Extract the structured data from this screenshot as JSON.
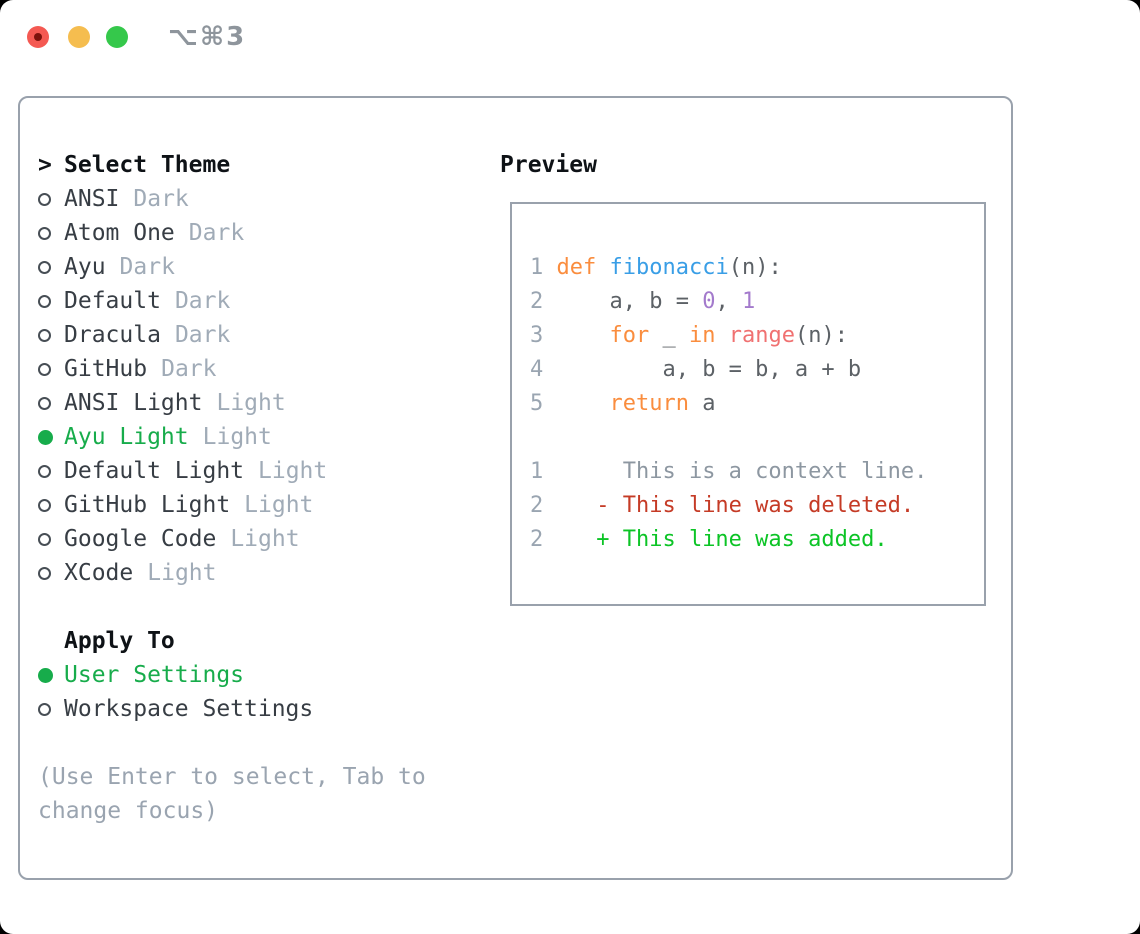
{
  "window": {
    "title": "⌥⌘3"
  },
  "colors": {
    "window_bg": "#ffffff",
    "outside": "#000000",
    "panel_border": "#99a1ac",
    "title_text": "#8e959c",
    "traffic_red": "#f45952",
    "traffic_red_dot": "#7c120c",
    "traffic_yellow": "#f5bd4f",
    "traffic_green": "#35c84b",
    "header_text": "#0e1216",
    "item_text": "#373d44",
    "variant_text": "#a0abb7",
    "selected_green": "#17ac4b",
    "hint_text": "#9aa4b0",
    "syntax": {
      "fg": "#5c6166",
      "kw": "#fa8d3e",
      "fn": "#399ee6",
      "num": "#a37acc",
      "rng": "#f07171",
      "ctx": "#8d97a1",
      "del": "#c53b26",
      "add": "#0cc426",
      "gutter": "#9aa5b1"
    }
  },
  "theme_list": {
    "header": "Select Theme",
    "items": [
      {
        "name": "ANSI",
        "variant": "Dark",
        "selected": false
      },
      {
        "name": "Atom One",
        "variant": "Dark",
        "selected": false
      },
      {
        "name": "Ayu",
        "variant": "Dark",
        "selected": false
      },
      {
        "name": "Default",
        "variant": "Dark",
        "selected": false
      },
      {
        "name": "Dracula",
        "variant": "Dark",
        "selected": false
      },
      {
        "name": "GitHub",
        "variant": "Dark",
        "selected": false
      },
      {
        "name": "ANSI Light",
        "variant": "Light",
        "selected": false
      },
      {
        "name": "Ayu Light",
        "variant": "Light",
        "selected": true
      },
      {
        "name": "Default Light",
        "variant": "Light",
        "selected": false
      },
      {
        "name": "GitHub Light",
        "variant": "Light",
        "selected": false
      },
      {
        "name": "Google Code",
        "variant": "Light",
        "selected": false
      },
      {
        "name": "XCode",
        "variant": "Light",
        "selected": false
      }
    ]
  },
  "apply_to": {
    "header": "Apply To",
    "options": [
      {
        "label": "User Settings",
        "selected": true
      },
      {
        "label": "Workspace Settings",
        "selected": false
      }
    ]
  },
  "hint_lines": [
    "(Use Enter to select, Tab to",
    "change focus)"
  ],
  "preview": {
    "header": "Preview",
    "lines": [
      {
        "num": "1",
        "segs": [
          [
            " ",
            "fg"
          ],
          [
            "def",
            "kw"
          ],
          [
            " ",
            "fg"
          ],
          [
            "fibonacci",
            "fn"
          ],
          [
            "(n):",
            "fg"
          ]
        ]
      },
      {
        "num": "2",
        "segs": [
          [
            "     a, b = ",
            "fg"
          ],
          [
            "0",
            "num"
          ],
          [
            ", ",
            "fg"
          ],
          [
            "1",
            "num"
          ]
        ]
      },
      {
        "num": "3",
        "segs": [
          [
            "     ",
            "fg"
          ],
          [
            "for",
            "kw"
          ],
          [
            " _ ",
            "fg"
          ],
          [
            "in",
            "kw"
          ],
          [
            " ",
            "fg"
          ],
          [
            "range",
            "rng"
          ],
          [
            "(n):",
            "fg"
          ]
        ]
      },
      {
        "num": "4",
        "segs": [
          [
            "         a, b = b, a + b",
            "fg"
          ]
        ]
      },
      {
        "num": "5",
        "segs": [
          [
            "     ",
            "fg"
          ],
          [
            "return",
            "kw"
          ],
          [
            " a",
            "fg"
          ]
        ]
      },
      {
        "num": "",
        "segs": []
      },
      {
        "num": "1",
        "segs": [
          [
            "      This is a context line.",
            "ctx"
          ]
        ]
      },
      {
        "num": "2",
        "segs": [
          [
            "    - This line was deleted.",
            "del"
          ]
        ]
      },
      {
        "num": "2",
        "segs": [
          [
            "    + This line was added.",
            "add"
          ]
        ]
      }
    ]
  }
}
